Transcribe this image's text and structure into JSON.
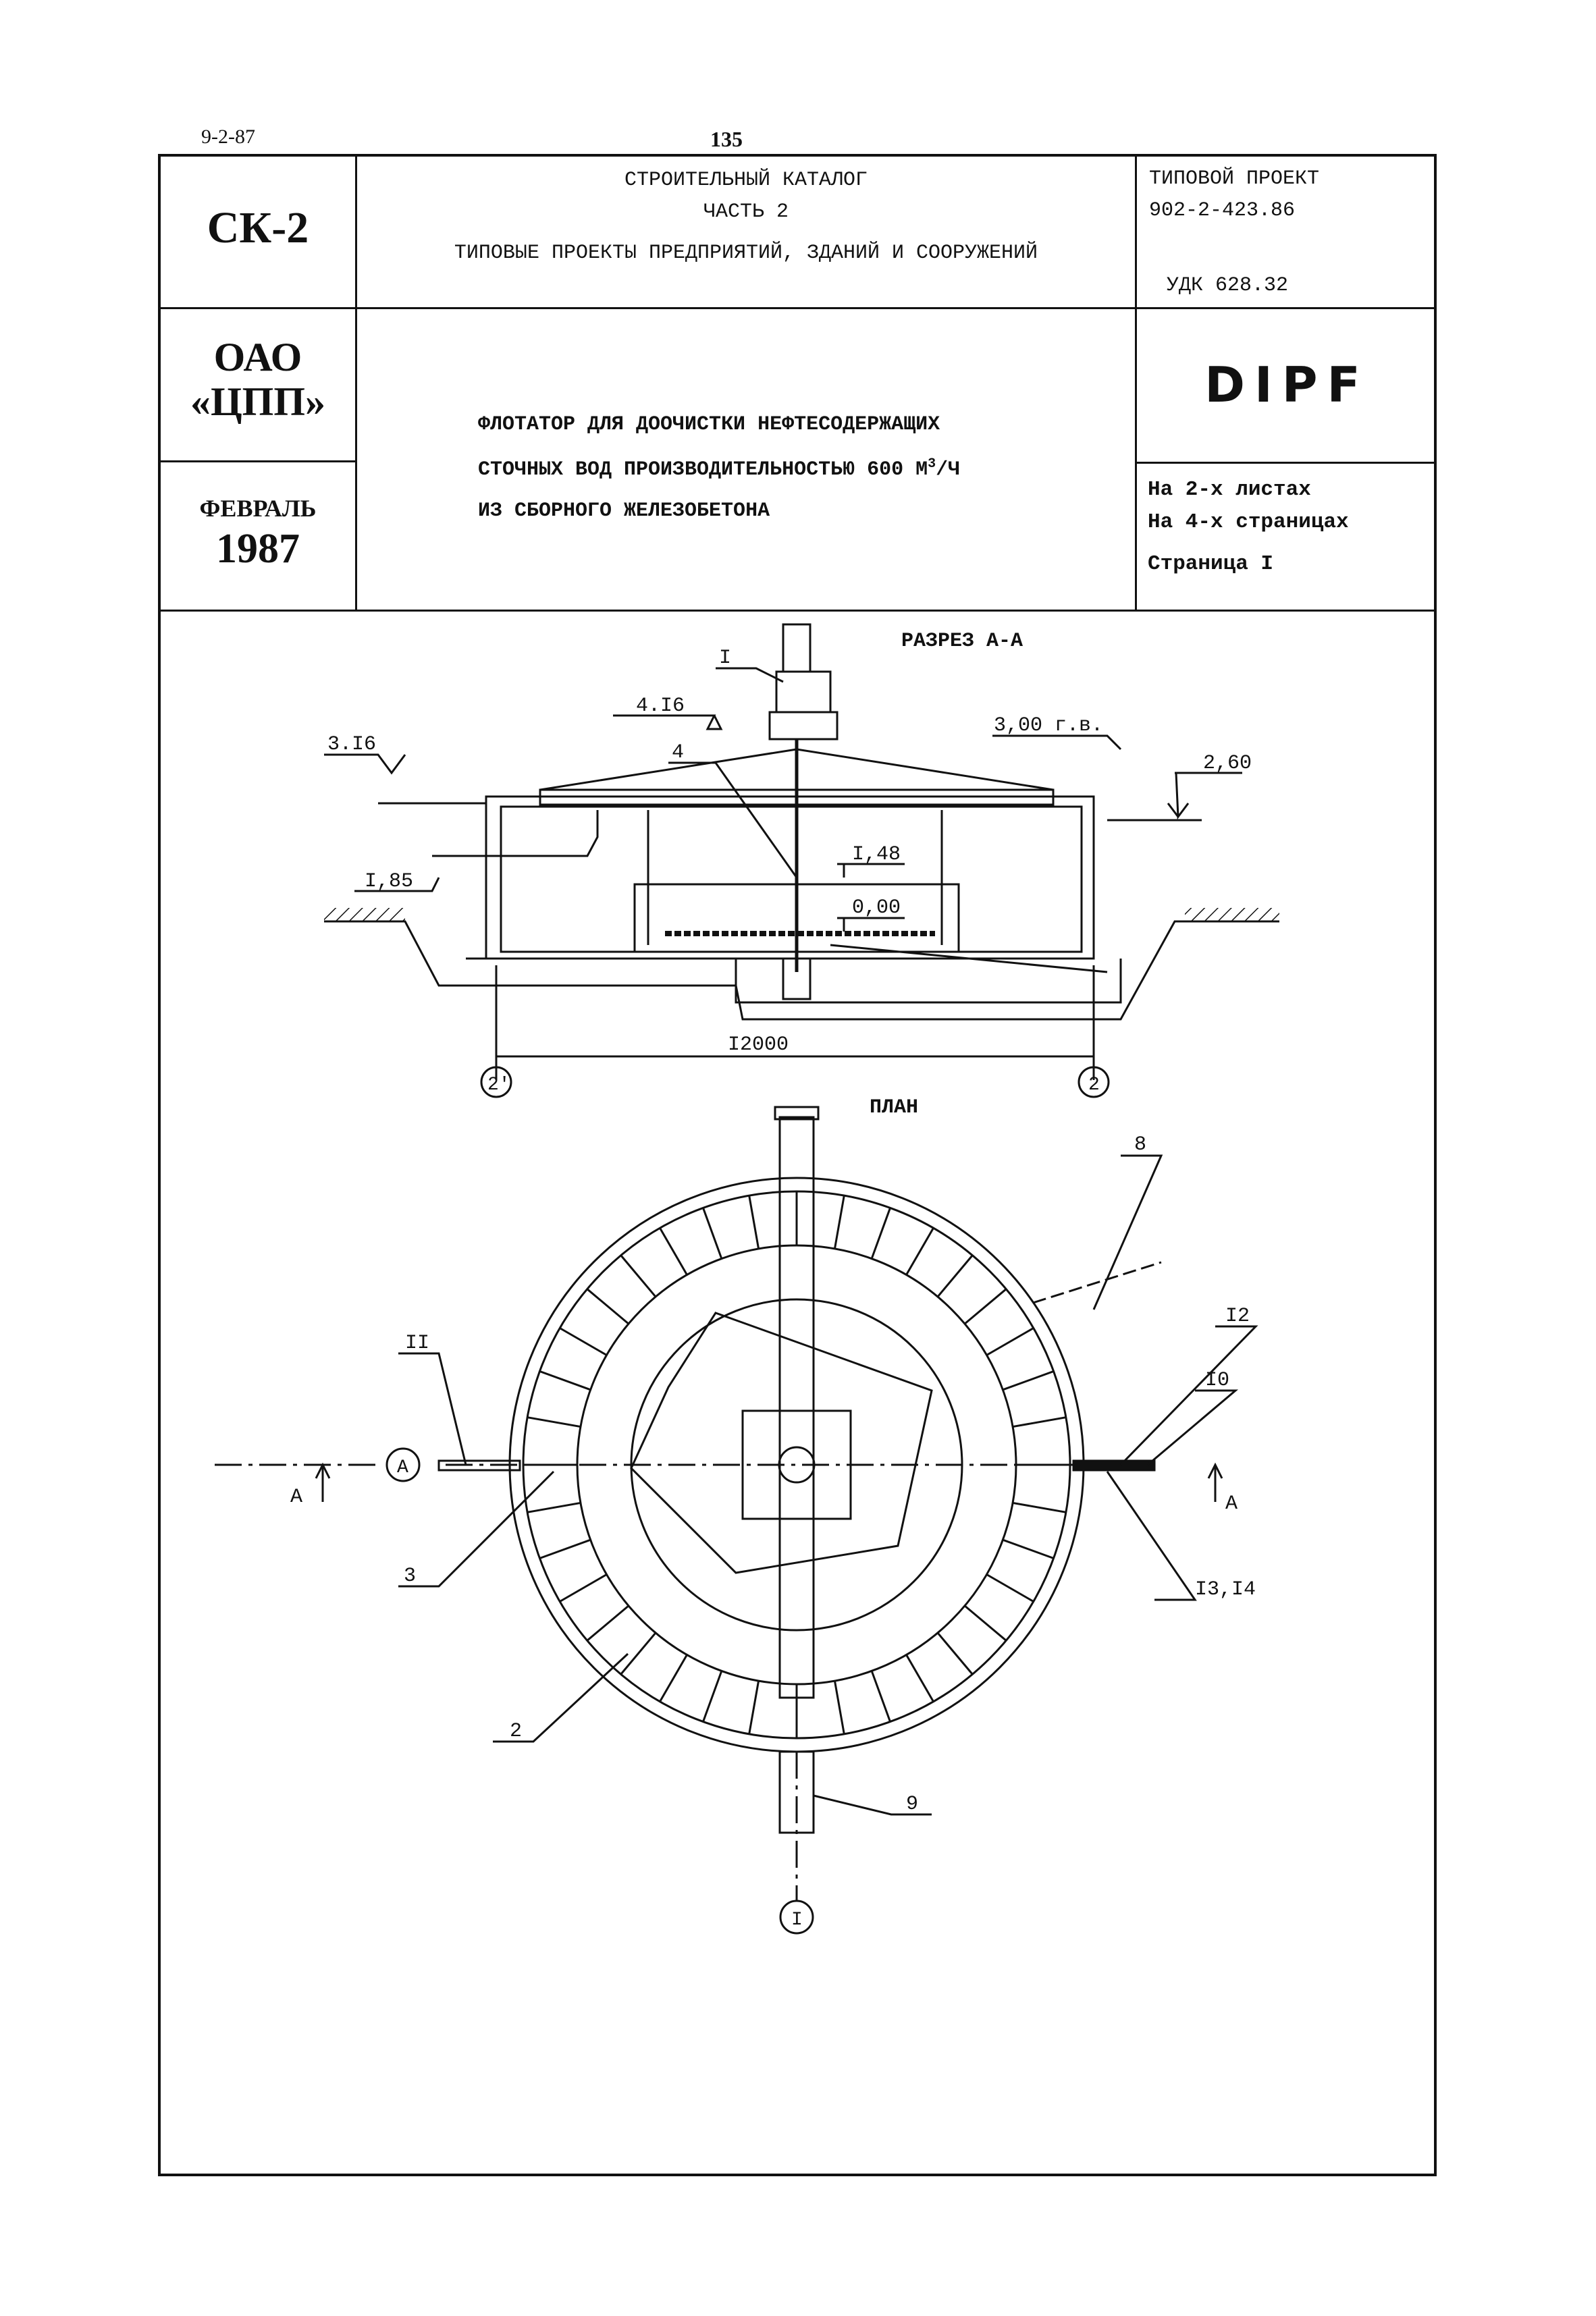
{
  "top": {
    "left_code": "9-2-87",
    "page_number": "135"
  },
  "header": {
    "sk_label": "СК-2",
    "catalog_line1": "СТРОИТЕЛЬНЫЙ  КАТАЛОГ",
    "catalog_line2": "ЧАСТЬ  2",
    "catalog_line3": "ТИПОВЫЕ ПРОЕКТЫ ПРЕДПРИЯТИЙ, ЗДАНИЙ  И  СООРУЖЕНИЙ",
    "project_label": "ТИПОВОЙ ПРОЕКТ",
    "project_code": "902-2-423.86",
    "udk": "УДК 628.32",
    "org_line1": "ОАО",
    "org_line2": "«ЦПП»",
    "month": "ФЕВРАЛЬ",
    "year": "1987",
    "title_line1": "ФЛОТАТОР ДЛЯ ДООЧИСТКИ НЕФТЕСОДЕРЖАЩИХ",
    "title_line2_pre": "СТОЧНЫХ ВОД ПРОИЗВОДИТЕЛЬНОСТЬЮ 600 М",
    "title_line2_sup": "3",
    "title_line2_post": "/Ч",
    "title_line3": "ИЗ  СБОРНОГО  ЖЕЛЕЗОБЕТОНА",
    "code_stamp": "DIPF",
    "sheets": "На 2-х листах",
    "pages": "На 4-х страницах",
    "page": "Страница  I"
  },
  "drawing": {
    "section_title": "РАЗРЕЗ  А-А",
    "plan_title": "ПЛАН",
    "marks": {
      "m316": "3.I6",
      "m416": "4.I6",
      "m300": "3,00 г.в.",
      "m260": "2,60",
      "m185": "I,85",
      "m148": "I,48",
      "m000": "0,00"
    },
    "dimension": "I2000",
    "axis_left": "2'",
    "axis_right": "2",
    "axis_bottom": "I",
    "section_mark": "A",
    "callouts": {
      "c_I": "I",
      "c_4": "4",
      "c_8": "8",
      "c_12": "I2",
      "c_10": "I0",
      "c_11": "II",
      "c_3": "3",
      "c_1314": "I3,I4",
      "c_2": "2",
      "c_9": "9"
    }
  }
}
